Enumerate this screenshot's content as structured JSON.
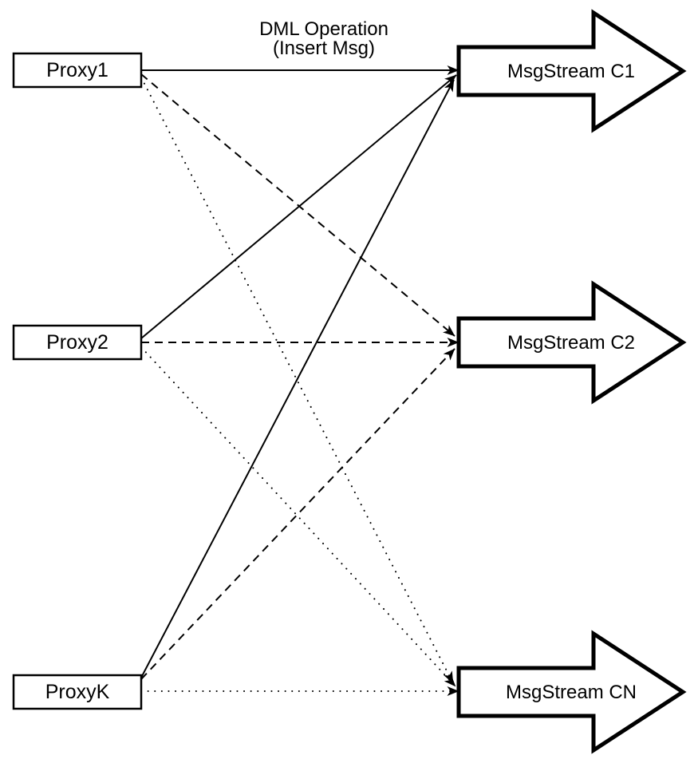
{
  "title": {
    "line1": "DML Operation",
    "line2": "(Insert Msg)"
  },
  "proxies": [
    {
      "id": "proxy1",
      "label": "Proxy1"
    },
    {
      "id": "proxy2",
      "label": "Proxy2"
    },
    {
      "id": "proxyk",
      "label": "ProxyK"
    }
  ],
  "streams": [
    {
      "id": "msgstream-c1",
      "label": "MsgStream C1"
    },
    {
      "id": "msgstream-c2",
      "label": "MsgStream C2"
    },
    {
      "id": "msgstream-cn",
      "label": "MsgStream CN"
    }
  ],
  "connections": [
    {
      "from": "Proxy1",
      "to": "MsgStream C1",
      "line_style": "solid"
    },
    {
      "from": "Proxy2",
      "to": "MsgStream C1",
      "line_style": "solid"
    },
    {
      "from": "ProxyK",
      "to": "MsgStream C1",
      "line_style": "solid"
    },
    {
      "from": "Proxy1",
      "to": "MsgStream C2",
      "line_style": "dashed"
    },
    {
      "from": "Proxy2",
      "to": "MsgStream C2",
      "line_style": "dashed"
    },
    {
      "from": "ProxyK",
      "to": "MsgStream C2",
      "line_style": "dashed"
    },
    {
      "from": "Proxy1",
      "to": "MsgStream CN",
      "line_style": "dotted"
    },
    {
      "from": "Proxy2",
      "to": "MsgStream CN",
      "line_style": "dotted"
    },
    {
      "from": "ProxyK",
      "to": "MsgStream CN",
      "line_style": "dotted"
    }
  ],
  "colors": {
    "stroke": "#000000",
    "fill": "#ffffff"
  }
}
